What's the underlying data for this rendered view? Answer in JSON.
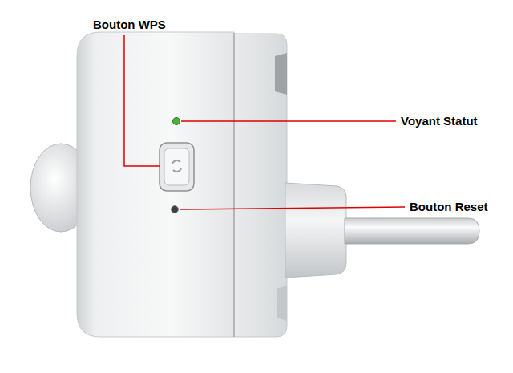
{
  "diagram": {
    "labels": [
      "Bouton WPS",
      "Voyant Statut",
      "Bouton Reset"
    ]
  }
}
